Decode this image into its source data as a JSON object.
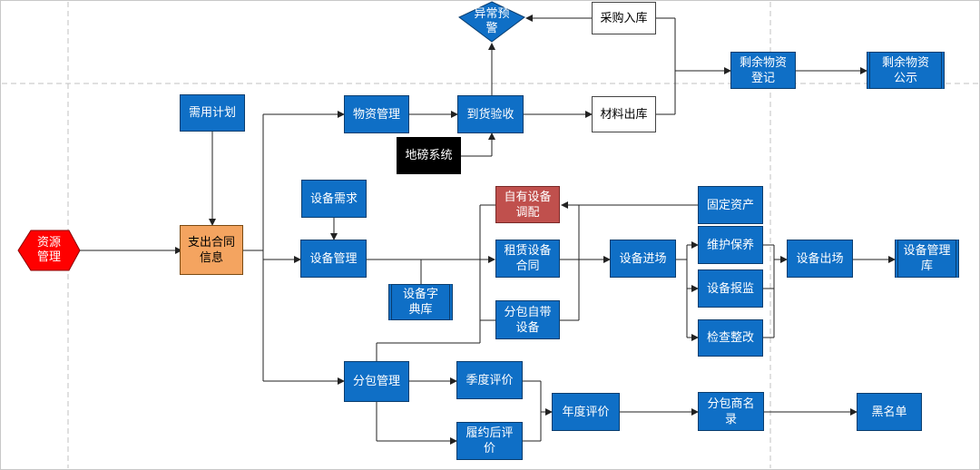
{
  "nodes": {
    "resource": "资源\n管理",
    "warning": "异常预\n警",
    "purchase_in": "采购入库",
    "surplus_reg": "剩余物资\n登记",
    "surplus_pub": "剩余物资\n公示",
    "demand_plan": "需用计划",
    "material_mgmt": "物资管理",
    "arrival_check": "到货验收",
    "material_out": "材料出库",
    "weighbridge": "地磅系统",
    "equip_req": "设备需求",
    "own_equip": "自有设备\n调配",
    "fixed_asset": "固定资产",
    "expense_contract": "支出合同\n信息",
    "equip_mgmt": "设备管理",
    "rent_contract": "租赁设备\n合同",
    "equip_in": "设备进场",
    "maintain": "维护保养",
    "equip_out": "设备出场",
    "equip_lib": "设备管理\n库",
    "equip_dict": "设备字\n典库",
    "inspection": "设备报监",
    "subcon_equip": "分包自带\n设备",
    "rectify": "检查整改",
    "subcon_mgmt": "分包管理",
    "season_eval": "季度评价",
    "annual_eval": "年度评价",
    "subcon_list": "分包商名\n录",
    "blacklist": "黑名单",
    "post_eval": "履约后评\n价"
  },
  "colors": {
    "box_fill": "#0f6fc6",
    "box_border": "#0a3d6e",
    "orange": "#f4a460",
    "red_box": "#c0504d",
    "hexagon": "#ff0000",
    "line": "#222222",
    "guide": "#c0c0c0"
  }
}
